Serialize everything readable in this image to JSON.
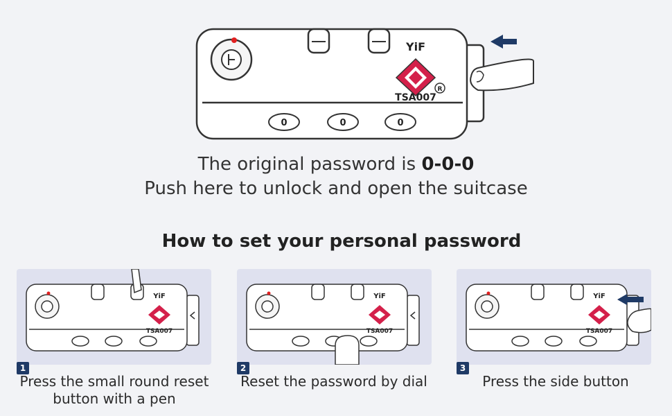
{
  "hero": {
    "brand": "YiF",
    "model": "TSA007",
    "registered": "R",
    "dials": [
      "0",
      "0",
      "0"
    ]
  },
  "caption": {
    "line1_prefix": "The original password is ",
    "line1_code": "0-0-0",
    "line2": "Push here to unlock and open the suitcase"
  },
  "section_title": "How to set your personal password",
  "steps": [
    {
      "number": "1",
      "text": "Press the small round reset button with a pen"
    },
    {
      "number": "2",
      "text": "Reset the password by dial"
    },
    {
      "number": "3",
      "text": "Press the side button"
    }
  ],
  "colors": {
    "arrow": "#1f3a66",
    "logo": "#d4204a",
    "panel": "#dfe1ef",
    "badge": "#1f3a66",
    "dot": "#e02020"
  }
}
